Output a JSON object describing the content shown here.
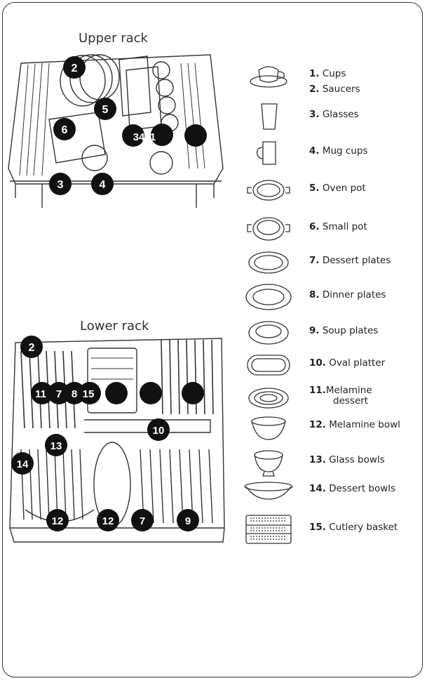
{
  "upper_rack": {
    "title": "Upper rack",
    "markers": [
      "2",
      "5",
      "6",
      "3",
      "4",
      "1",
      "",
      ""
    ],
    "marker_overlay": "34",
    "marker_overlay2": "1"
  },
  "lower_rack": {
    "title": "Lower rack",
    "markers": [
      "2",
      "11",
      "7",
      "8",
      "15",
      "",
      "",
      "",
      "10",
      "13",
      "14",
      "12",
      "12",
      "7",
      "9"
    ]
  },
  "legend": [
    {
      "num": "1.",
      "label": "Cups",
      "icon": "cup-saucer-icon"
    },
    {
      "num": "2.",
      "label": "Saucers",
      "icon": "saucer-icon"
    },
    {
      "num": "3.",
      "label": "Glasses",
      "icon": "glass-icon"
    },
    {
      "num": "4.",
      "label": "Mug cups",
      "icon": "mug-icon"
    },
    {
      "num": "5.",
      "label": "Oven pot",
      "icon": "oven-pot-icon"
    },
    {
      "num": "6.",
      "label": "Small pot",
      "icon": "small-pot-icon"
    },
    {
      "num": "7.",
      "label": "Dessert plates",
      "icon": "dessert-plate-icon"
    },
    {
      "num": "8.",
      "label": "Dinner plates",
      "icon": "dinner-plate-icon"
    },
    {
      "num": "9.",
      "label": "Soup plates",
      "icon": "soup-plate-icon"
    },
    {
      "num": "10.",
      "label": "Oval platter",
      "icon": "oval-platter-icon"
    },
    {
      "num": "11.",
      "label": "Melamine",
      "label2": "dessert",
      "icon": "melamine-dessert-icon"
    },
    {
      "num": "12.",
      "label": "Melamine bowl",
      "icon": "melamine-bowl-icon"
    },
    {
      "num": "13.",
      "label": "Glass bowls",
      "icon": "glass-bowl-icon"
    },
    {
      "num": "14.",
      "label": "Dessert bowls",
      "icon": "dessert-bowl-icon"
    },
    {
      "num": "15.",
      "label": "Cutlery basket",
      "icon": "cutlery-basket-icon"
    }
  ]
}
